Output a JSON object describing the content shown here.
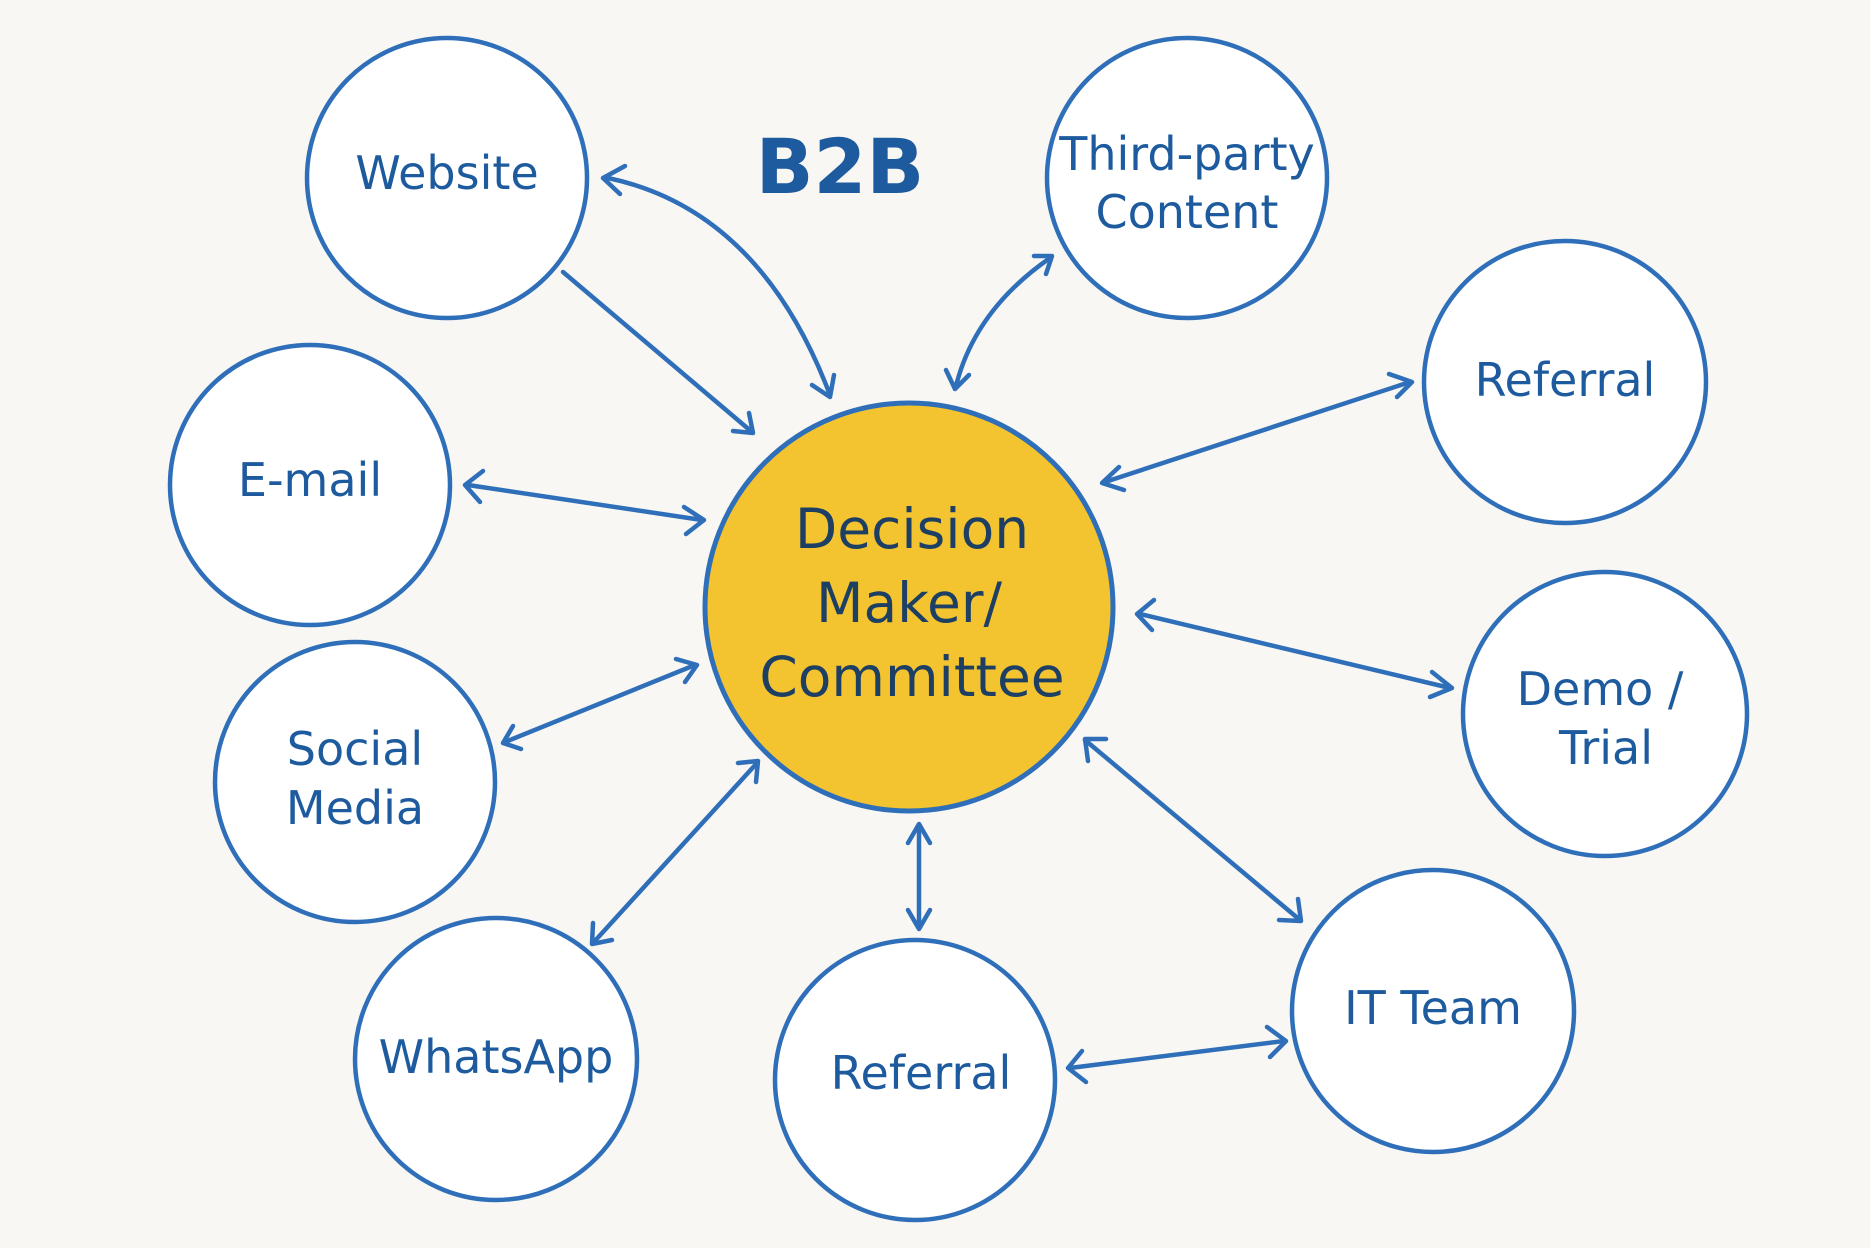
{
  "title": "B2B",
  "center": {
    "lines": [
      "Decision",
      "Maker/",
      "Committee"
    ]
  },
  "nodes": [
    {
      "id": "website",
      "lines": [
        "Website"
      ]
    },
    {
      "id": "third-party-content",
      "lines": [
        "Third-party",
        "Content"
      ]
    },
    {
      "id": "referral-right",
      "lines": [
        "Referral"
      ]
    },
    {
      "id": "email",
      "lines": [
        "E-mail"
      ]
    },
    {
      "id": "demo-trial",
      "lines": [
        "Demo /",
        "Trial"
      ]
    },
    {
      "id": "social-media",
      "lines": [
        "Social",
        "Media"
      ]
    },
    {
      "id": "it-team",
      "lines": [
        "IT Team"
      ]
    },
    {
      "id": "whatsapp",
      "lines": [
        "WhatsApp"
      ]
    },
    {
      "id": "referral-bottom",
      "lines": [
        "Referral"
      ]
    }
  ],
  "colors": {
    "background": "#f8f7f3",
    "node_stroke": "#2f6fb9",
    "node_text": "#1d5b9e",
    "center_fill": "#f4c430",
    "center_text": "#1d3f63"
  }
}
